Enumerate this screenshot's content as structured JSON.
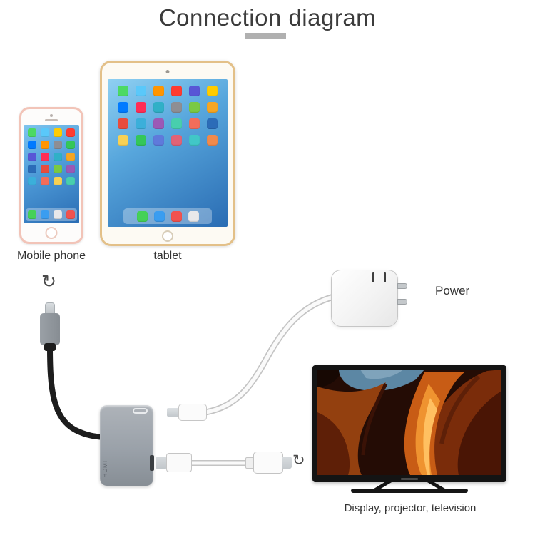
{
  "title": "Connection diagram",
  "labels": {
    "phone": "Mobile phone",
    "tablet": "tablet",
    "power": "Power",
    "display": "Display, projector, television"
  },
  "adapter": {
    "port_label": "HDMI"
  },
  "icons": {
    "rotate": "↻"
  },
  "colors": {
    "phone-frame": "#f2c4b8",
    "tablet-frame": "#e3c088",
    "adapter-body": "#9aa1a9",
    "tv-frame": "#141414",
    "screen-blue-1": "#7ec4ee",
    "screen-blue-2": "#2a6cb3",
    "title-underline": "#b0b0b0"
  },
  "phone": {
    "app_icons": [
      "#4cd964",
      "#5ac8fa",
      "#ffcc00",
      "#ff3b30",
      "#007aff",
      "#ff9500",
      "#8e8e93",
      "#34c759",
      "#5856d6",
      "#ff2d55",
      "#30b0c7",
      "#f5a623",
      "#2b6cb8",
      "#e84c3d",
      "#7ac943",
      "#9b59b6",
      "#3bafda",
      "#f26d5b",
      "#f7d154",
      "#48cfad"
    ],
    "dock_icons": [
      "#45d158",
      "#3a9df0",
      "#e8e8ea",
      "#f0524f"
    ]
  },
  "tablet": {
    "app_icons": [
      "#4cd964",
      "#5ac8fa",
      "#ff9500",
      "#ff3b30",
      "#5856d6",
      "#ffcc00",
      "#007aff",
      "#ff2d55",
      "#30b0c7",
      "#8e8e93",
      "#7ac943",
      "#f5a623",
      "#e84c3d",
      "#3bafda",
      "#9b59b6",
      "#48cfad",
      "#f26d5b",
      "#2b6cb8",
      "#f7d154",
      "#34c759",
      "#5f7adb",
      "#e06377",
      "#41c7c7",
      "#f08a4b"
    ],
    "dock_icons": [
      "#45d158",
      "#3a9df0",
      "#f0524f",
      "#e8e8ea"
    ]
  }
}
